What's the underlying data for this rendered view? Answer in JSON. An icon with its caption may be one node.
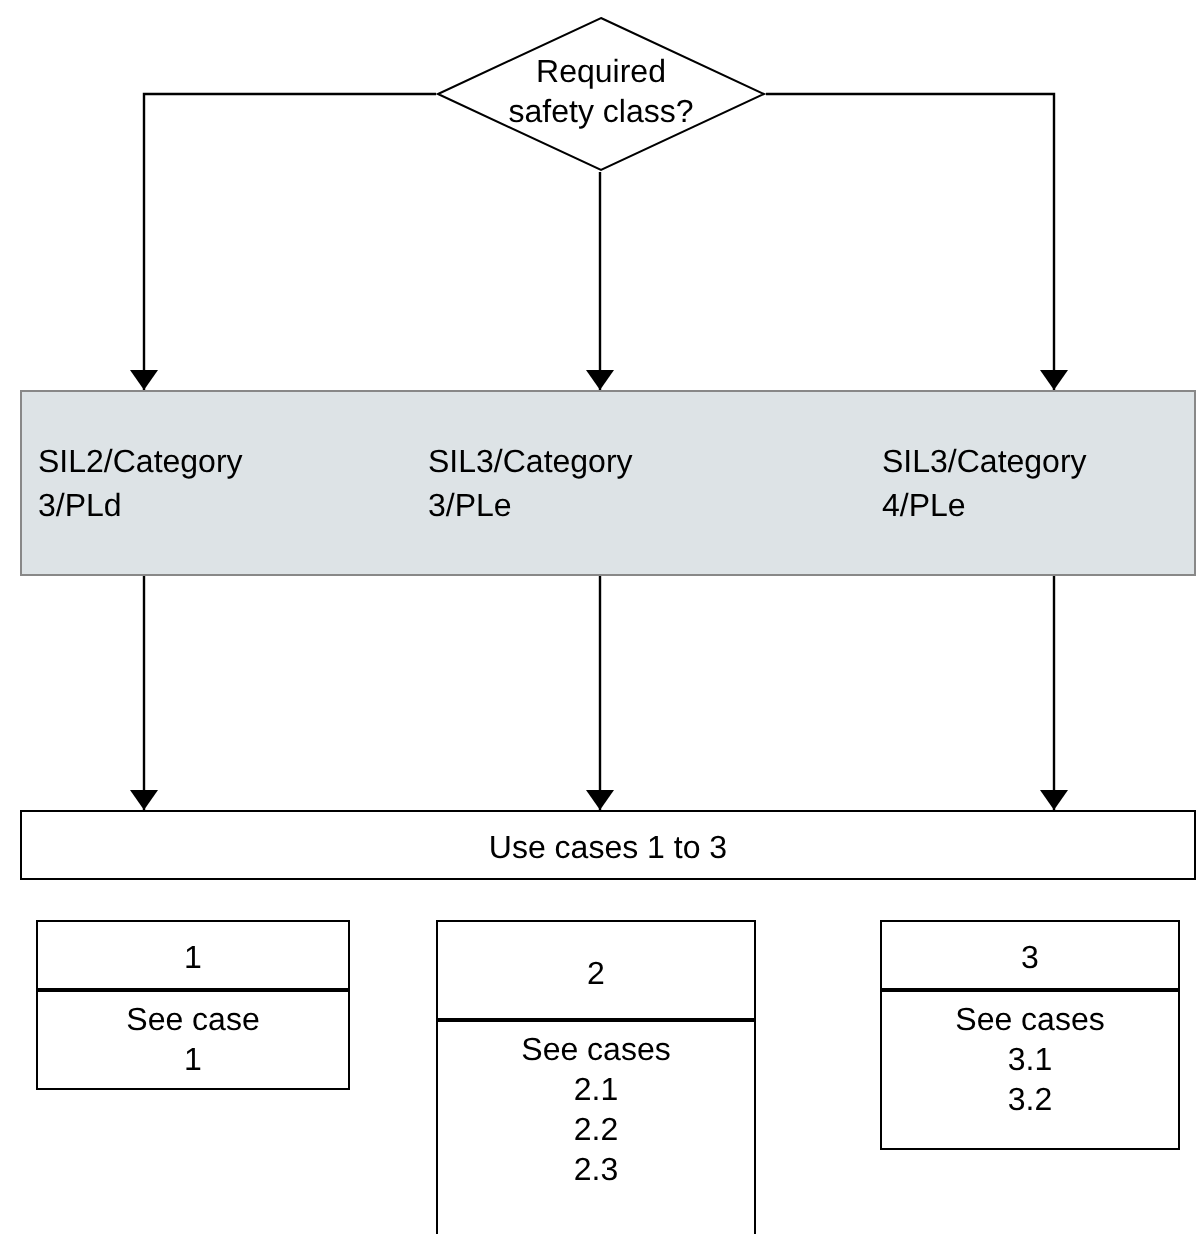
{
  "diagram": {
    "nodes": [
      {
        "text": [
          "Required safety class?"
        ]
      },
      {
        "text": [],
        "shape": "band"
      },
      {
        "text": [
          "SIL2/Category 3/PLd"
        ],
        "in": 1
      },
      {
        "text": [
          "SIL3/Category 3/PLe"
        ],
        "in": 1
      },
      {
        "text": [
          "SIL3/Category 4/PLe"
        ],
        "in": 1
      },
      {
        "text": [
          "Use cases 1 to 3"
        ]
      },
      {
        "text": [
          "1"
        ]
      },
      {
        "text": [
          "See case 1"
        ]
      },
      {
        "text": [
          "2"
        ]
      },
      {
        "text": [
          "See cases",
          "2.1",
          "2.2",
          "2.3"
        ]
      },
      {
        "text": [
          "3"
        ]
      },
      {
        "text": [
          "See cases",
          "3.1",
          "3.2"
        ]
      }
    ],
    "edges": [
      {
        "from": 0,
        "to": 2,
        "arrow": "to"
      },
      {
        "from": 0,
        "to": 3,
        "arrow": "to"
      },
      {
        "from": 0,
        "to": 4,
        "arrow": "to"
      },
      {
        "from": 2,
        "to": 5,
        "arrow": "to"
      },
      {
        "from": 3,
        "to": 5,
        "arrow": "to"
      },
      {
        "from": 4,
        "to": 5,
        "arrow": "to"
      }
    ]
  }
}
